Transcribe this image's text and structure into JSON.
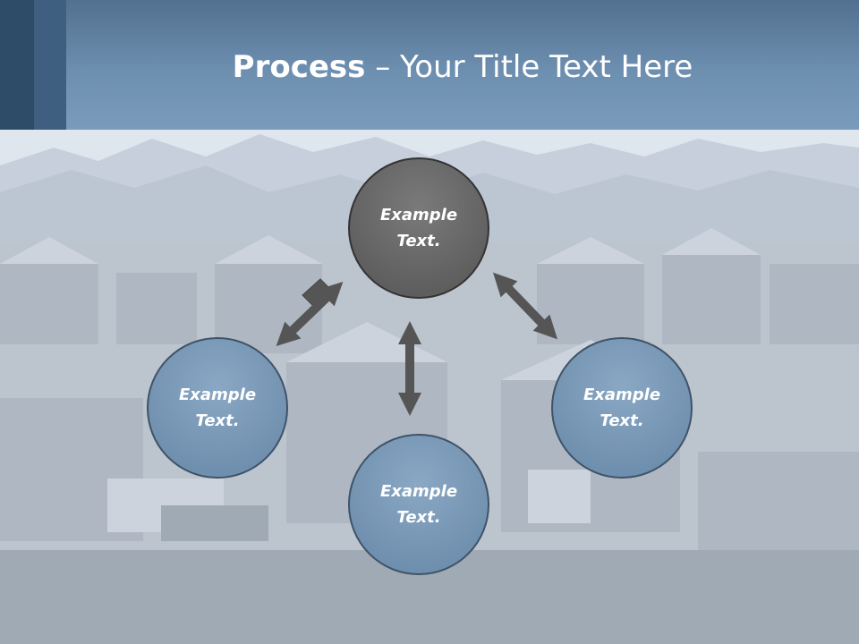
{
  "title": {
    "bold": "Process",
    "separator": " – ",
    "rest": "Your Title Text Here"
  },
  "nodes": {
    "top": "Example\nText.",
    "left": "Example\nText.",
    "right": "Example\nText.",
    "bottom": "Example\nText."
  },
  "colors": {
    "header": "#6d8fb0",
    "header_dark": "#2e4b68",
    "node_dark": "#6a6a6a",
    "node_blue": "#7b9aba",
    "arrow": "#555555"
  }
}
